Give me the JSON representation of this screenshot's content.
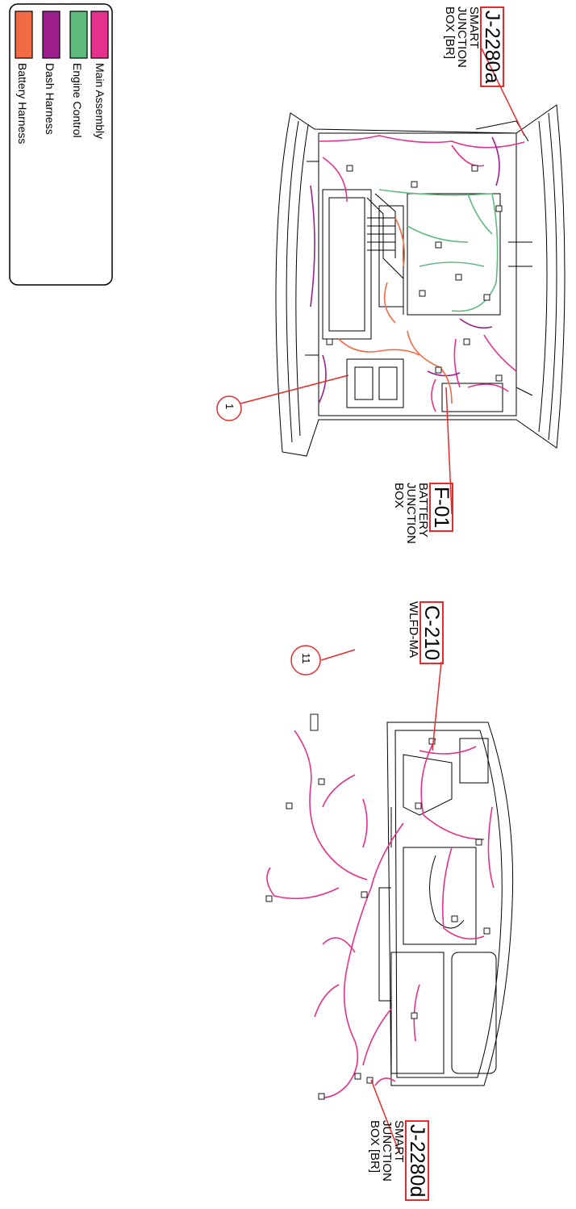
{
  "legend": {
    "items": [
      {
        "label": "Main Assembly",
        "color": "#e3318d"
      },
      {
        "label": "Engine Control",
        "color": "#5fba7d"
      },
      {
        "label": "Dash Harness",
        "color": "#9d1f8c"
      },
      {
        "label": "Battery Harness",
        "color": "#f26b45"
      }
    ]
  },
  "callouts": {
    "j2280a": {
      "code": "J-2280a",
      "lines": [
        "SMART",
        "JUNCTION",
        "BOX [BR]"
      ]
    },
    "f01": {
      "code": "F-01",
      "lines": [
        "BATTERY",
        "JUNCTION",
        "BOX"
      ]
    },
    "c210": {
      "code": "C-210",
      "lines": [
        "WLFD-MA"
      ]
    },
    "j2280d": {
      "code": "J-2280d",
      "lines": [
        "SMART",
        "JUNCTION",
        "BOX [BR]"
      ]
    }
  },
  "markers": {
    "m1": "1",
    "m11": "11"
  }
}
